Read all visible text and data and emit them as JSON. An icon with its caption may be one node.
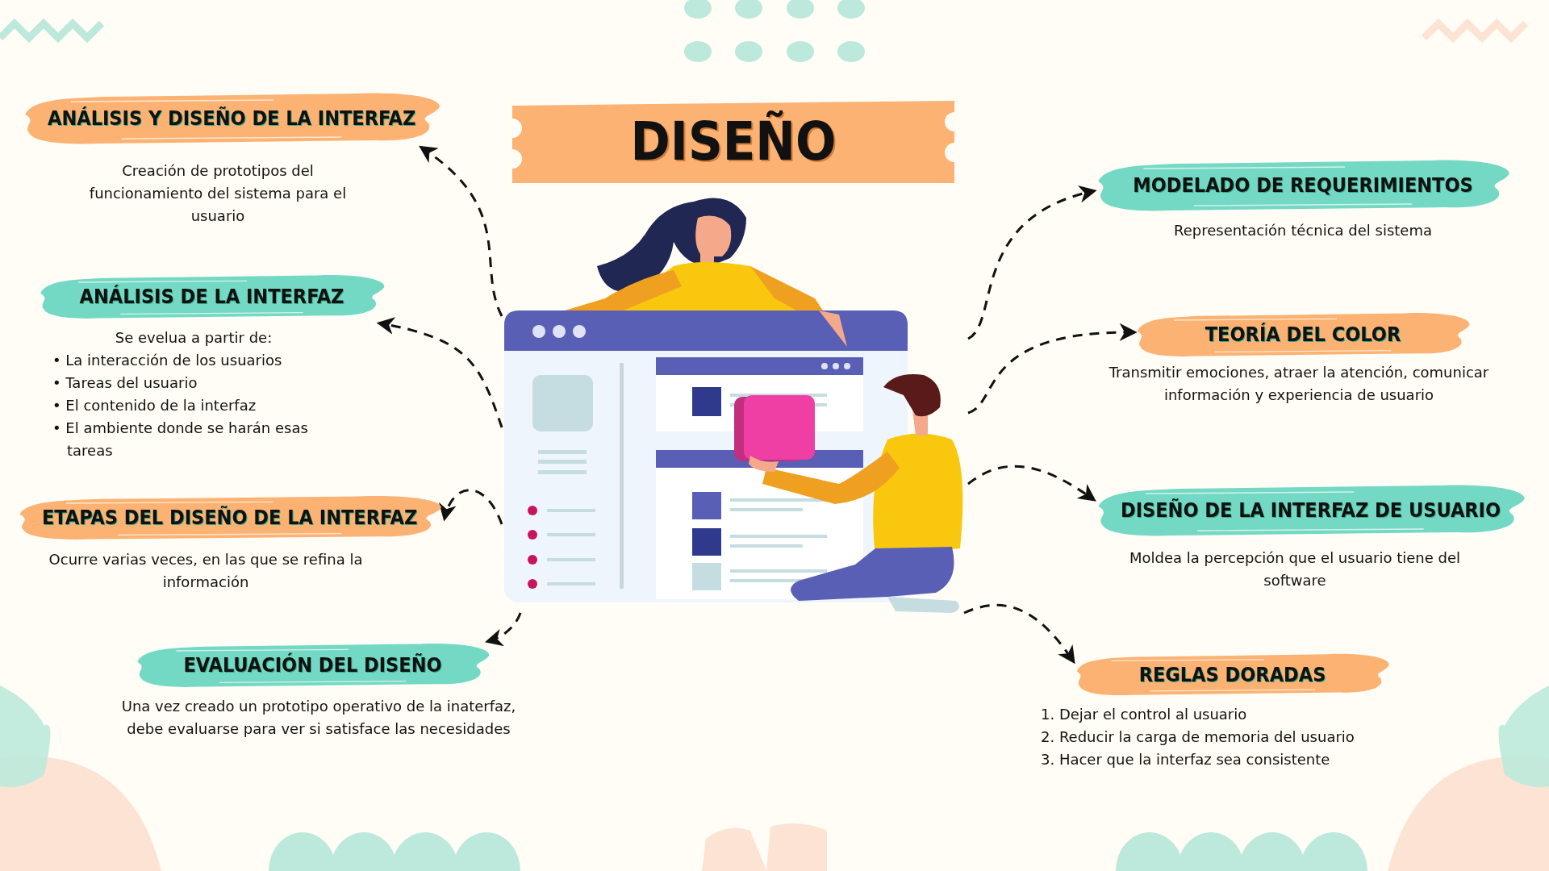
{
  "diagram": {
    "title": "DISEÑO",
    "nodes": [
      {
        "text": [],
        "shape": "picture"
      },
      {
        "text": [
          "ANÁLISIS Y DISEÑO DE LA INTERFAZ"
        ],
        "beside": [
          "Creación de prototipos del funcionamiento del sistema para el usuario"
        ]
      },
      {
        "text": [
          "ANÁLISIS DE LA INTERFAZ"
        ],
        "beside": [
          "Se evelua a partir de:",
          "• La interacción de los usuarios",
          "• Tareas del usuario",
          "• El contenido de la interfaz",
          "• El ambiente donde se harán esas tareas"
        ]
      },
      {
        "text": [
          "ETAPAS DEL DISEÑO DE LA INTERFAZ"
        ],
        "beside": [
          "Ocurre varias veces, en las que se refina la información"
        ]
      },
      {
        "text": [
          "EVALUACIÓN DEL DISEÑO"
        ],
        "beside": [
          "Una vez creado un prototipo operativo de la inaterfaz, debe evaluarse para ver si satisface las necesidades"
        ]
      },
      {
        "text": [
          "MODELADO DE REQUERIMIENTOS"
        ],
        "beside": [
          "Representación técnica del sistema"
        ]
      },
      {
        "text": [
          "TEORÍA DEL COLOR"
        ],
        "beside": [
          "Transmitir emociones, atraer la atención, comunicar información y experiencia de usuario"
        ]
      },
      {
        "text": [
          "DISEÑO DE LA INTERFAZ DE USUARIO"
        ],
        "beside": [
          "Moldea la percepción que el usuario tiene del software"
        ]
      },
      {
        "text": [
          "REGLAS DORADAS"
        ],
        "beside": [
          "1. Dejar el control al usuario",
          "2. Reducir la carga de memoria del usuario",
          "3. Hacer que la interfaz sea consistente"
        ]
      }
    ],
    "edges": [
      {
        "from": 0,
        "to": 1,
        "arrow": "to",
        "style": "dashed"
      },
      {
        "from": 0,
        "to": 2,
        "arrow": "to",
        "style": "dashed"
      },
      {
        "from": 0,
        "to": 3,
        "arrow": "to",
        "style": "dashed"
      },
      {
        "from": 0,
        "to": 4,
        "arrow": "to",
        "style": "dashed"
      },
      {
        "from": 0,
        "to": 5,
        "arrow": "to",
        "style": "dashed"
      },
      {
        "from": 0,
        "to": 6,
        "arrow": "to",
        "style": "dashed"
      },
      {
        "from": 0,
        "to": 7,
        "arrow": "to",
        "style": "dashed"
      },
      {
        "from": 0,
        "to": 8,
        "arrow": "to",
        "style": "dashed"
      }
    ]
  }
}
